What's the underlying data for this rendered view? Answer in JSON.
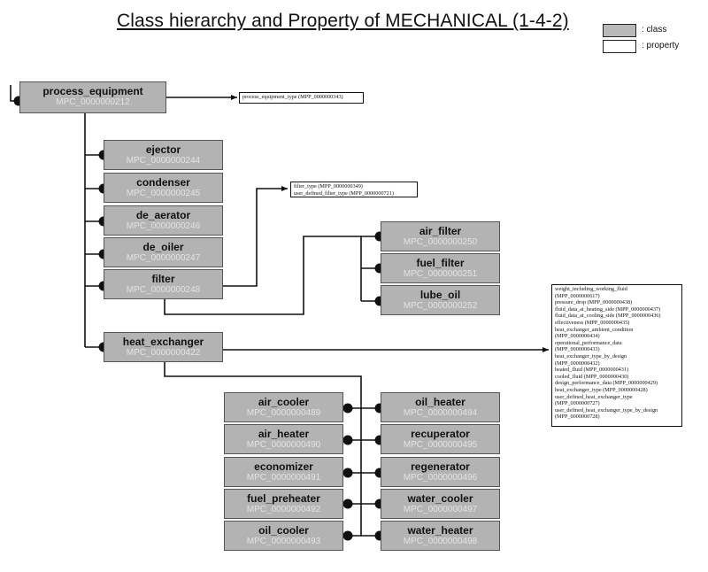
{
  "title": "Class hierarchy and Property of MECHANICAL (1-4-2)",
  "legend": {
    "class_label": ": class",
    "property_label": ": property"
  },
  "classes": {
    "process_equipment": {
      "name": "process_equipment",
      "id": "MPC_0000000212"
    },
    "ejector": {
      "name": "ejector",
      "id": "MPC_0000000244"
    },
    "condenser": {
      "name": "condenser",
      "id": "MPC_0000000245"
    },
    "de_aerator": {
      "name": "de_aerator",
      "id": "MPC_0000000246"
    },
    "de_oiler": {
      "name": "de_oiler",
      "id": "MPC_0000000247"
    },
    "filter": {
      "name": "filter",
      "id": "MPC_0000000248"
    },
    "air_filter": {
      "name": "air_filter",
      "id": "MPC_0000000250"
    },
    "fuel_filter": {
      "name": "fuel_filter",
      "id": "MPC_0000000251"
    },
    "lube_oil": {
      "name": "lube_oil",
      "id": "MPC_0000000252"
    },
    "heat_exchanger": {
      "name": "heat_exchanger",
      "id": "MPC_0000000422"
    },
    "air_cooler": {
      "name": "air_cooler",
      "id": "MPC_0000000489"
    },
    "air_heater": {
      "name": "air_heater",
      "id": "MPC_0000000490"
    },
    "economizer": {
      "name": "economizer",
      "id": "MPC_0000000491"
    },
    "fuel_preheater": {
      "name": "fuel_preheater",
      "id": "MPC_0000000492"
    },
    "oil_cooler": {
      "name": "oil_cooler",
      "id": "MPC_0000000493"
    },
    "oil_heater": {
      "name": "oil_heater",
      "id": "MPC_0000000494"
    },
    "recuperator": {
      "name": "recuperator",
      "id": "MPC_0000000495"
    },
    "regenerator": {
      "name": "regenerator",
      "id": "MPC_0000000496"
    },
    "water_cooler": {
      "name": "water_cooler",
      "id": "MPC_0000000497"
    },
    "water_heater": {
      "name": "water_heater",
      "id": "MPC_0000000498"
    }
  },
  "properties": {
    "process_equipment": [
      "process_equipment_type (MPP_0000000343)"
    ],
    "filter": [
      "filter_type (MPP_0000000349)",
      "user_defined_filter_type (MPP_0000000721)"
    ],
    "heat_exchanger": [
      "weight_including_working_fluid",
      "(MPP_0000000617)",
      "pressure_drop (MPP_0000000438)",
      "fluid_data_at_heating_side (MPP_0000000437)",
      "fluid_data_at_cooling_side (MPP_0000000436)",
      "effectiveness (MPP_0000000435)",
      "heat_exchanger_ambient_condition",
      "(MPP_0000000434)",
      "operational_performance_data",
      "(MPP_0000000433)",
      "heat_exchanger_type_by_design",
      "(MPP_0000000432)",
      "heated_fluid (MPP_0000000431)",
      "cooled_fluid (MPP_0000000430)",
      "design_performance_data (MPP_0000000429)",
      "heat_exchanger_type (MPP_0000000428)",
      "user_defined_heat_exchanger_type",
      "(MPP_0000000727)",
      "user_defined_heat_exchanger_type_by_design",
      "(MPP_0000000728)"
    ]
  }
}
